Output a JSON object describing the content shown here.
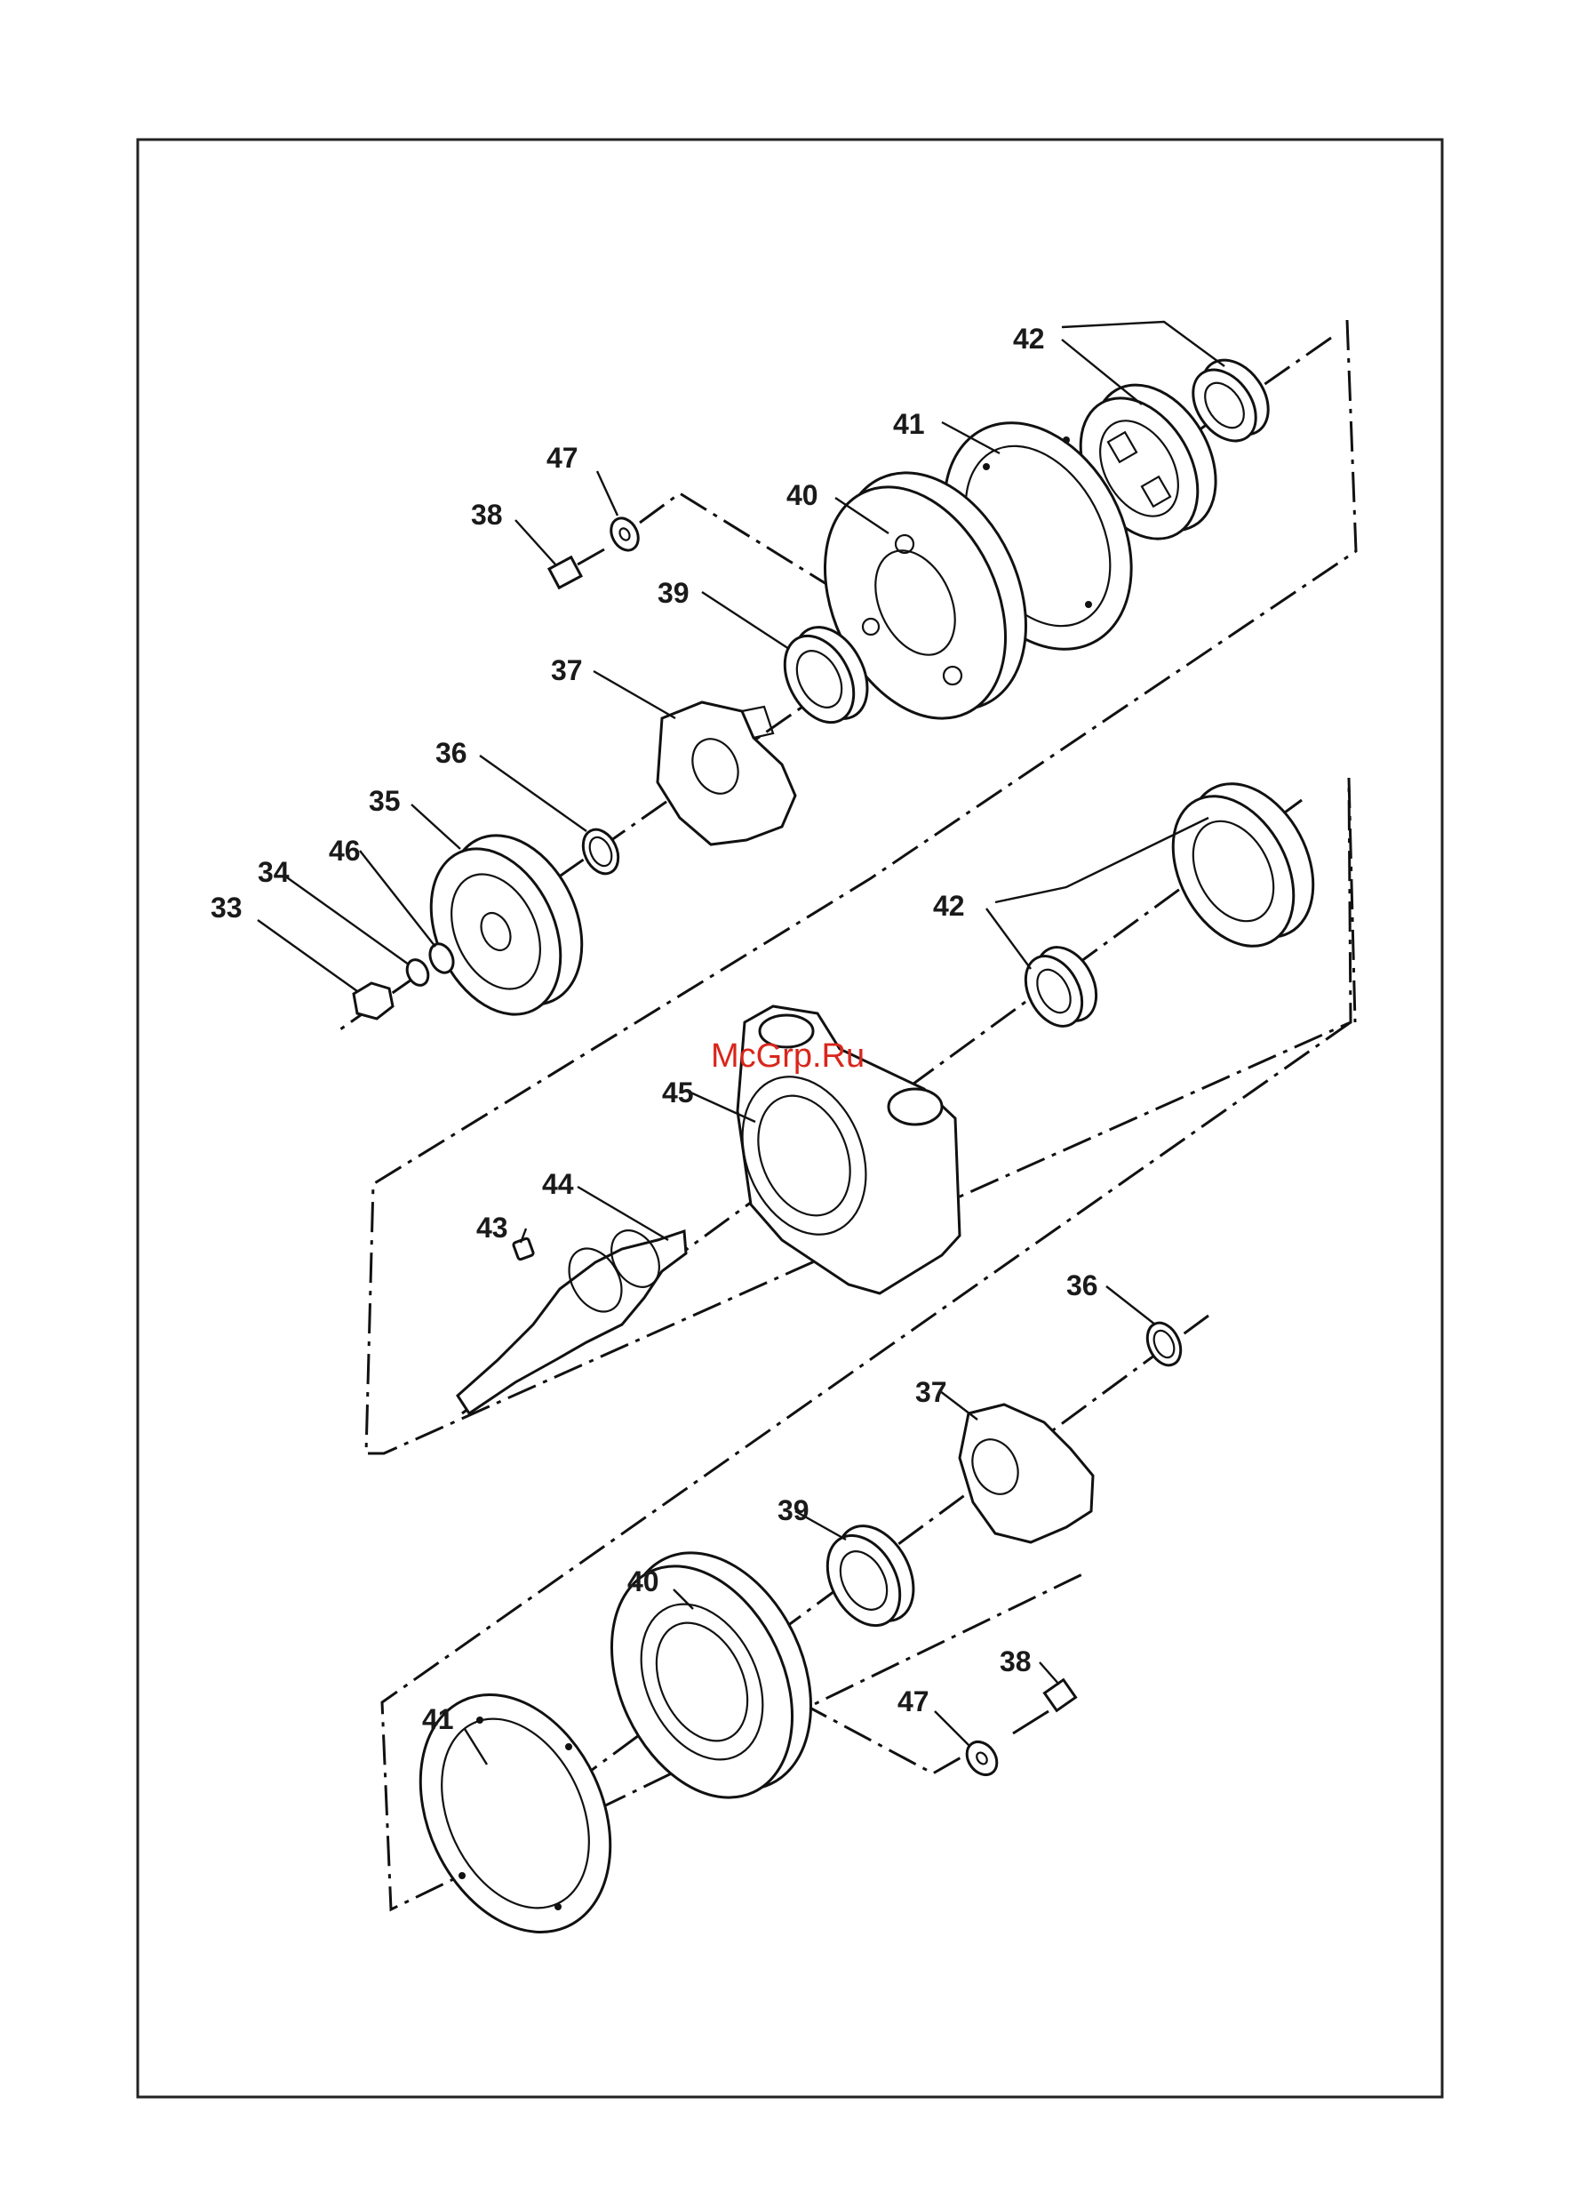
{
  "watermark": "McGrp.Ru",
  "callouts": {
    "c42_top": "42",
    "c41_top": "41",
    "c47_top": "47",
    "c38_top": "38",
    "c40_top": "40",
    "c39_top": "39",
    "c37_top": "37",
    "c36_top": "36",
    "c35": "35",
    "c46": "46",
    "c34": "34",
    "c33": "33",
    "c42_mid": "42",
    "c45": "45",
    "c44": "44",
    "c43": "43",
    "c36_bot": "36",
    "c37_bot": "37",
    "c39_bot": "39",
    "c40_bot": "40",
    "c38_bot": "38",
    "c47_bot": "47",
    "c41_bot": "41"
  }
}
